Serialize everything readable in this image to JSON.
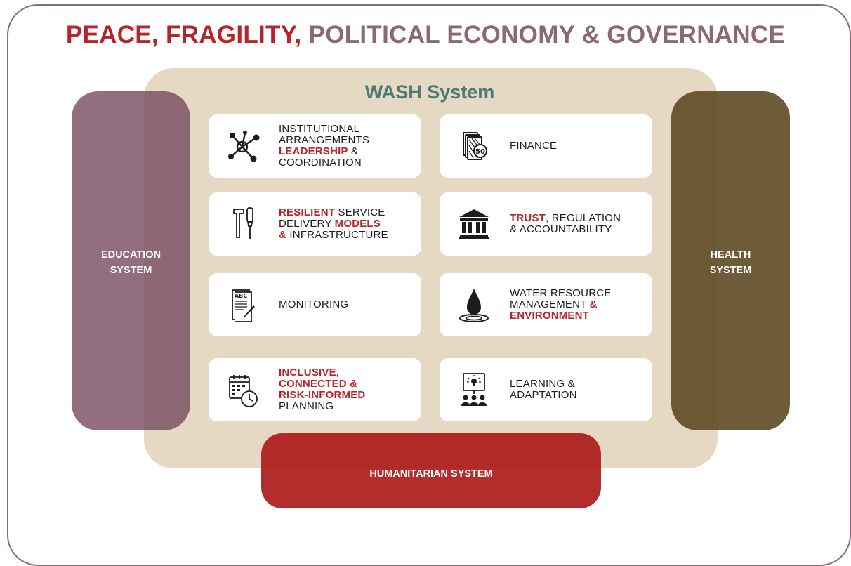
{
  "title": {
    "part1": "PEACE, FRAGILITY,",
    "part2": " POLITICAL ECONOMY & GOVERNANCE"
  },
  "wash": {
    "title": "WASH System"
  },
  "education": {
    "line1": "EDUCATION",
    "line2": "SYSTEM"
  },
  "health": {
    "line1": "HEALTH",
    "line2": "SYSTEM"
  },
  "humanitarian": {
    "label": "HUMANITARIAN SYSTEM"
  },
  "cards": {
    "institutional": {
      "icon": "network-icon",
      "l1": "INSTITUTIONAL",
      "l2": "ARRANGEMENTS",
      "l3a": "LEADERSHIP",
      "l3b": " &",
      "l4": "COORDINATION"
    },
    "finance": {
      "icon": "money-icon",
      "l1": "FINANCE"
    },
    "resilient": {
      "icon": "tools-icon",
      "l1a": "RESILIENT",
      "l1b": " SERVICE",
      "l2a": "DELIVERY ",
      "l2b": "MODELS",
      "l3a": "&",
      "l3b": " INFRASTRUCTURE"
    },
    "trust": {
      "icon": "institution-icon",
      "l1a": "TRUST",
      "l1b": ", REGULATION",
      "l2": "& ACCOUNTABILITY"
    },
    "monitoring": {
      "icon": "document-icon",
      "l1": "MONITORING",
      "icon_text": "ABC"
    },
    "water": {
      "icon": "water-drop-icon",
      "l1": "WATER RESOURCE",
      "l2a": "MANAGEMENT ",
      "l2b": "&",
      "l3": "ENVIRONMENT"
    },
    "planning": {
      "icon": "calendar-clock-icon",
      "l1": "INCLUSIVE,",
      "l2": "CONNECTED &",
      "l3": "RISK-INFORMED",
      "l4": "PLANNING"
    },
    "learning": {
      "icon": "presentation-icon",
      "l1": "LEARNING &",
      "l2": "ADAPTATION"
    }
  },
  "colors": {
    "accent_red": "#b5262b",
    "title_mauve": "#8b6878",
    "wash_bg": "#e5d9c4",
    "wash_title": "#4d7a74",
    "education": "#7a4e63",
    "health": "#5e4924",
    "humanitarian": "#ac1616"
  }
}
